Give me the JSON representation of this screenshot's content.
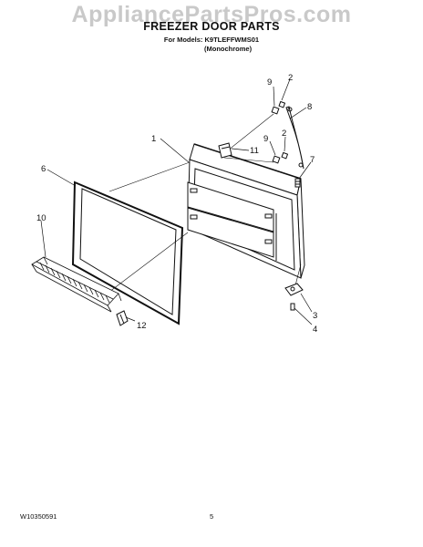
{
  "watermark": "AppliancePartsPros.com",
  "title": "FREEZER DOOR PARTS",
  "models_line": "For Models: K9TLEFFWMS01",
  "variant": "(Monochrome)",
  "doc_number": "W10350591",
  "page_number": "5",
  "callouts": {
    "c1": "1",
    "c2a": "2",
    "c2b": "2",
    "c3": "3",
    "c4": "4",
    "c6": "6",
    "c7": "7",
    "c8": "8",
    "c9a": "9",
    "c9b": "9",
    "c10": "10",
    "c11": "11",
    "c12": "12"
  }
}
